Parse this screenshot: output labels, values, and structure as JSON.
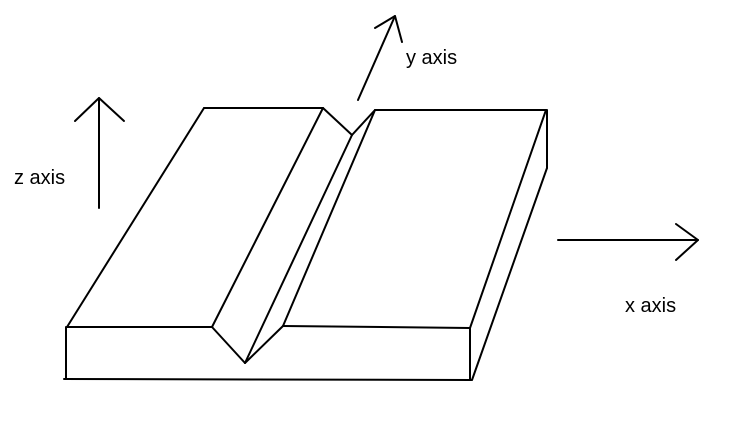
{
  "labels": {
    "z_axis": "z axis",
    "y_axis": "y axis",
    "x_axis": "x axis"
  },
  "colors": {
    "stroke": "#000000",
    "background": "#ffffff"
  }
}
